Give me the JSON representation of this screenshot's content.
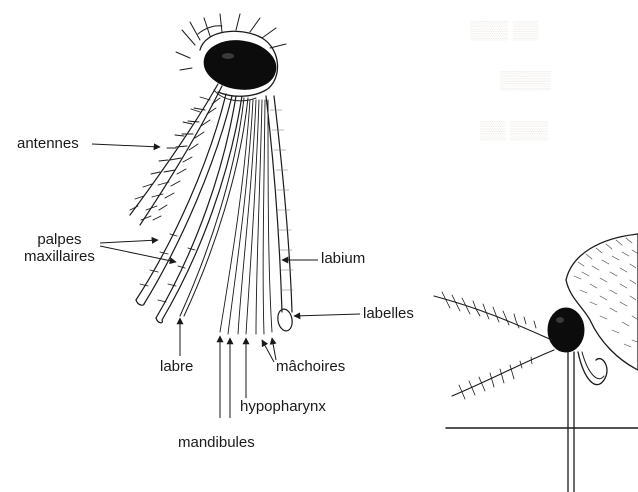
{
  "labels": {
    "antennes": "antennes",
    "palpes_line1": "palpes",
    "palpes_line2": "maxillaires",
    "labium": "labium",
    "labelles": "labelles",
    "labre": "labre",
    "machoires": "mâchoires",
    "hypopharynx": "hypopharynx",
    "mandibules": "mandibules"
  },
  "colors": {
    "ink": "#1a1a1a",
    "head": "#0c0c0c",
    "paper": "#ffffff"
  },
  "figures": [
    {
      "name": "mosquito-head-mouthparts",
      "style": "line-drawing"
    },
    {
      "name": "mosquito-feeding-profile",
      "style": "line-drawing"
    }
  ]
}
